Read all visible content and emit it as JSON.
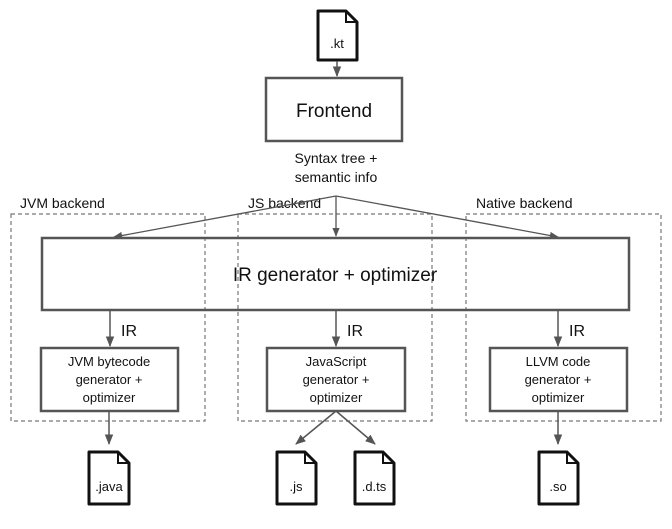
{
  "files": {
    "input": ".kt",
    "java": ".java",
    "js": ".js",
    "dts": ".d.ts",
    "so": ".so"
  },
  "frontend": {
    "label": "Frontend"
  },
  "syntax_tree": {
    "line1": "Syntax tree +",
    "line2": "semantic info"
  },
  "backends": {
    "jvm": "JVM backend",
    "js": "JS backend",
    "native": "Native backend"
  },
  "ir_generator": {
    "label": "IR generator + optimizer"
  },
  "ir_labels": {
    "jvm": "IR",
    "js": "IR",
    "native": "IR"
  },
  "codegen": {
    "jvm": {
      "line1": "JVM bytecode",
      "line2": "generator +",
      "line3": "optimizer"
    },
    "js": {
      "line1": "JavaScript",
      "line2": "generator +",
      "line3": "optimizer"
    },
    "native": {
      "line1": "LLVM code",
      "line2": "generator +",
      "line3": "optimizer"
    }
  },
  "colors": {
    "stroke": "#444444",
    "dashed": "#777777",
    "file_stroke": "#111111",
    "text": "#111111"
  }
}
